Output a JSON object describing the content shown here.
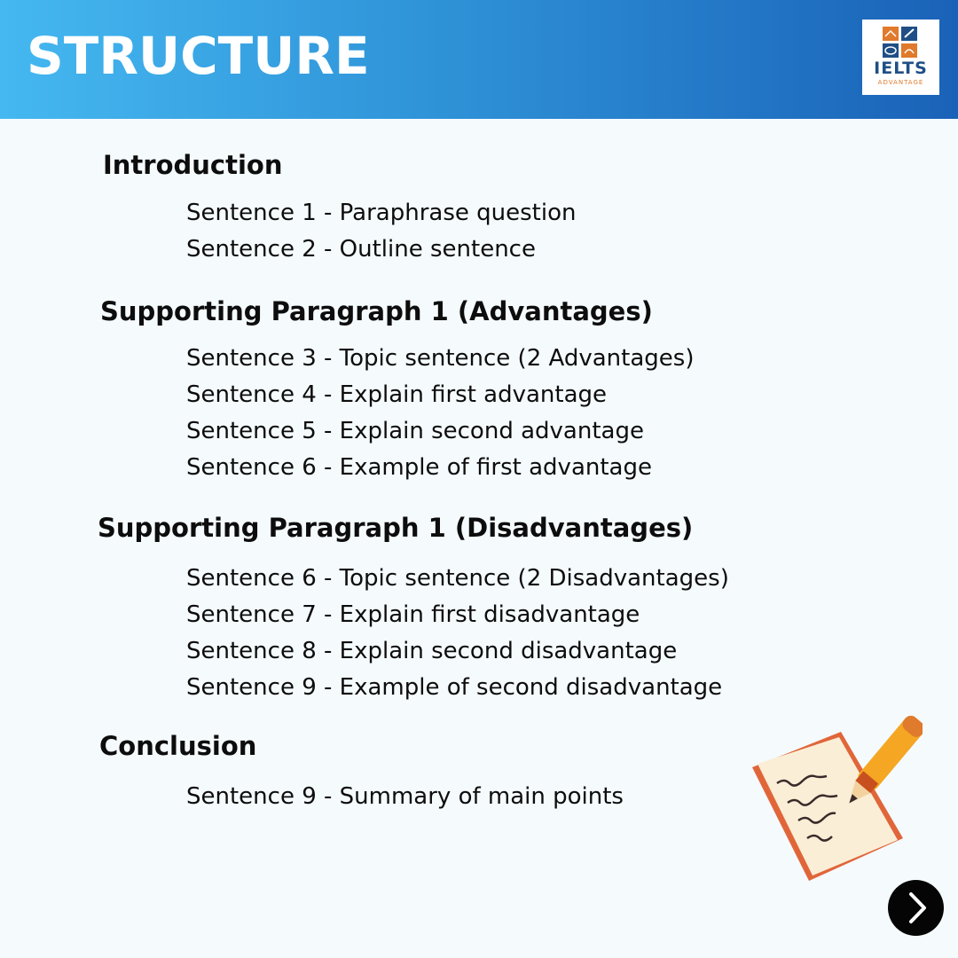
{
  "header": {
    "title": "STRUCTURE",
    "logo_text": "IELTS",
    "logo_subtext": "ADVANTAGE"
  },
  "sections": [
    {
      "heading": "Introduction",
      "lines": [
        "Sentence 1 - Paraphrase question",
        "Sentence 2 - Outline sentence"
      ]
    },
    {
      "heading": "Supporting Paragraph 1 (Advantages)",
      "lines": [
        "Sentence 3 - Topic sentence (2 Advantages)",
        "Sentence 4 - Explain first advantage",
        "Sentence 5 - Explain second advantage",
        "Sentence 6 - Example of first advantage"
      ]
    },
    {
      "heading": "Supporting Paragraph 1 (Disadvantages)",
      "lines": [
        "Sentence 6 - Topic sentence (2 Disadvantages)",
        "Sentence 7 - Explain first disadvantage",
        "Sentence 8 - Explain second disadvantage",
        "Sentence 9 - Example of second disadvantage"
      ]
    },
    {
      "heading": "Conclusion",
      "lines": [
        "Sentence 9 - Summary of main points"
      ]
    }
  ],
  "icons": {
    "illustration": "notebook-pen-icon",
    "next": "chevron-right-icon"
  },
  "colors": {
    "header_gradient_start": "#45b8f0",
    "header_gradient_end": "#1a62b8",
    "background": "#f5fafd",
    "text": "#0d0d0d",
    "logo_blue": "#1f4f86",
    "logo_orange": "#e07a2c"
  }
}
